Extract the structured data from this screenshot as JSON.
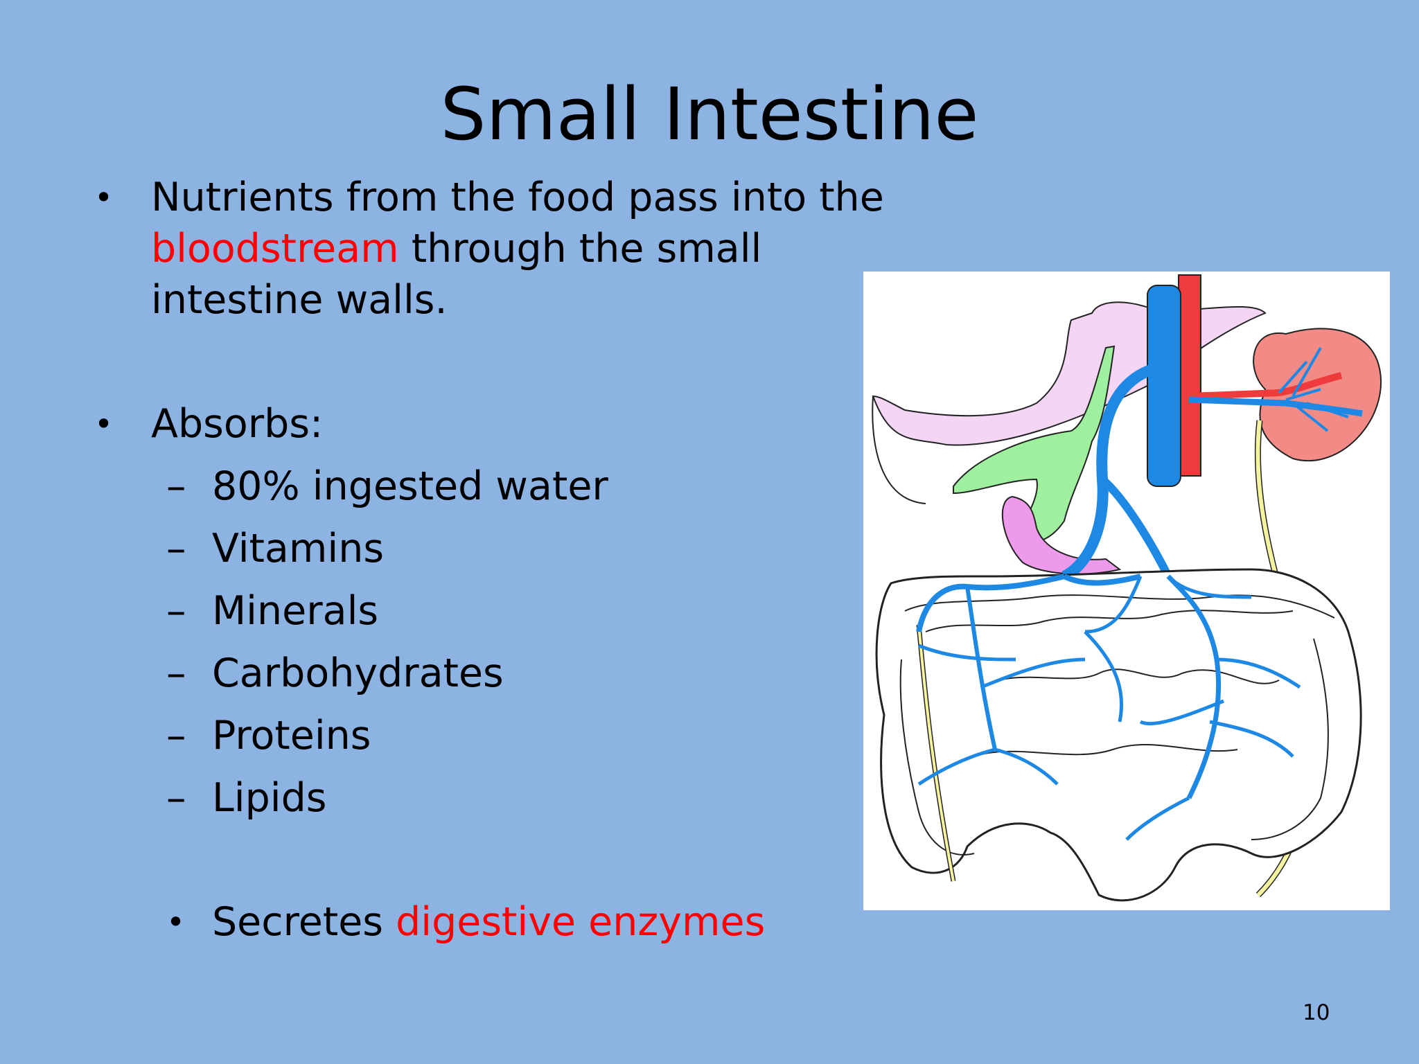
{
  "title": "Small Intestine",
  "bullets": {
    "first": {
      "before_red": "Nutrients from the food pass into the ",
      "red": "bloodstream",
      "after_red": " through the small intestine walls."
    },
    "second": {
      "label": "Absorbs:",
      "items": [
        "80% ingested water",
        "Vitamins",
        "Minerals",
        "Carbohydrates",
        "Proteins",
        "Lipids"
      ]
    },
    "third": {
      "before_red": "Secretes ",
      "red": "digestive enzymes"
    }
  },
  "bullet_glyph": "•",
  "dash_glyph": "–",
  "figure": {
    "icon": "digestive-system-illustration",
    "colors": {
      "vein": "#1e88e5",
      "artery": "#ef3b3b",
      "liver": "#f4d6f4",
      "gallbladder": "#9ef09e",
      "pancreas": "#ee9aea",
      "kidney": "#f28b85",
      "ureter": "#f6f3a0"
    }
  },
  "page_number": "10"
}
